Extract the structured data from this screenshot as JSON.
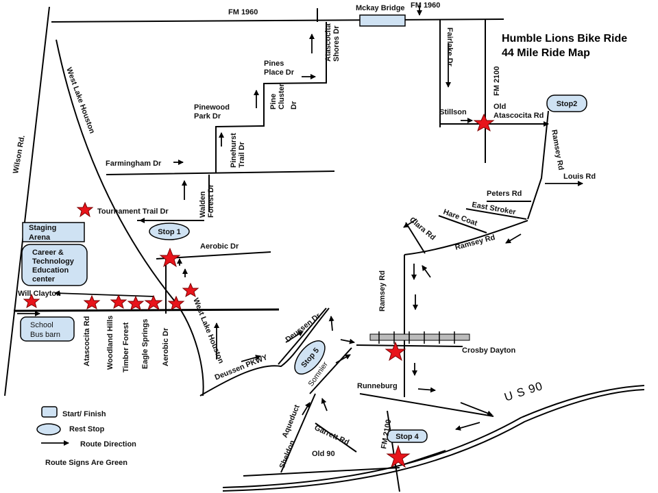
{
  "title": {
    "line1": "Humble Lions Bike Ride",
    "line2": "44 Mile Ride Map"
  },
  "roads": {
    "fm1960_left": "FM 1960",
    "fm1960_right": "FM 1960",
    "mckay_bridge": "Mckay Bridge",
    "wilson": "Wilson Rd.",
    "west_lake_houston_top": "West Lake Houston",
    "west_lake_houston_bottom": "West Lake Houston",
    "fairlake": "Fairlake Dr",
    "fm2100_top": "FM 2100",
    "fm2100_bottom": "FM  2100",
    "stillson": "Stillson",
    "old_atascocita_1": "Old",
    "old_atascocita_2": "Atascocita Rd",
    "pines_place_1": "Pines",
    "pines_place_2": "Place Dr",
    "atascocita_shores_1": "Atascocita",
    "atascocita_shores_2": "Shores Dr",
    "pine_cluster_1": "Pine",
    "pine_cluster_2": "Cluster",
    "pine_cluster_3": "Dr",
    "pinewood_park_1": "Pinewood",
    "pinewood_park_2": "Park Dr",
    "pinehurst_1": "Pinehurst",
    "pinehurst_2": "Trail Dr",
    "farmingham": "Farmingham Dr",
    "walden_1": "Walden",
    "walden_2": "Forest Dr",
    "tournament": "Tournament Trail Dr",
    "aerobic_top": "Aerobic Dr",
    "aerobic_bottom": "Aerobic Dr",
    "will_clayton": "Will Clayton",
    "atascocita_rd": "Atascocita Rd",
    "woodland_hills": "Woodland Hills",
    "timber_forest": "Timber Forest",
    "eagle_springs": "Eagle Springs",
    "ramsey_top": "Ramsey Rd",
    "ramsey_mid": "Ramsey Rd",
    "ramsey_left": "Ramsey Rd",
    "louis": "Louis Rd",
    "peters": "Peters Rd",
    "east_stroker": "East Stroker",
    "hare_coat": "Hare Coat",
    "clara": "Clara Rd",
    "crosby_dayton": "Crosby Dayton",
    "runneburg": "Runneburg",
    "us90": "U S 90",
    "deussen_dr": "Deussen Dr",
    "deussen_pkwy": "Deussen PKWY",
    "somnier": "Somnier",
    "aqueduct": "Aqueduct",
    "garrett": "Garrett Rd",
    "sheldon": "Sheldon",
    "old90": "Old 90"
  },
  "places": {
    "staging_1": "Staging",
    "staging_2": "Arena",
    "career_1": "Career &",
    "career_2": "Technology",
    "career_3": "Education",
    "career_4": "center",
    "bus_1": "School",
    "bus_2": "Bus barn",
    "stop1": "Stop 1",
    "stop2": "Stop2",
    "stop4": "Stop 4",
    "stop5": "Stop 5"
  },
  "legend": {
    "start": "Start/ Finish",
    "rest": "Rest Stop",
    "direction": "Route Direction",
    "signs": "Route Signs Are Green"
  },
  "colors": {
    "box_fill": "#cfe2f3",
    "star": "#e8141b"
  }
}
